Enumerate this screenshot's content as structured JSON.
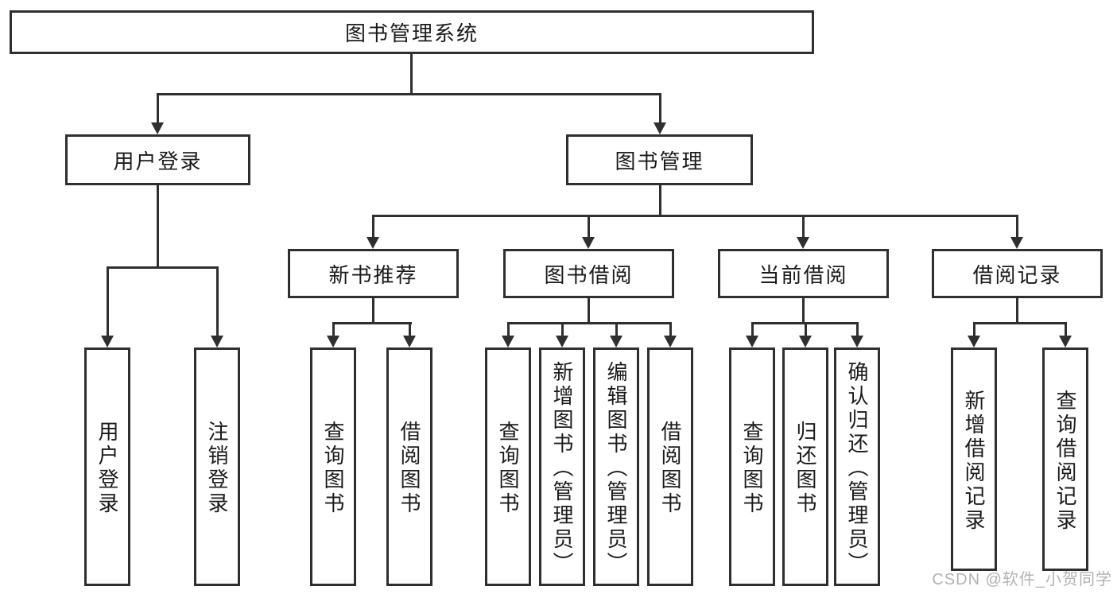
{
  "colors": {
    "line": "#2f2f2f",
    "box_border": "#2f2f2f",
    "text": "#1a1a1a",
    "watermark": "#b3b3b3",
    "background": "#ffffff"
  },
  "watermark": "CSDN @软件_小贺同学",
  "tree": {
    "root": "图书管理系统",
    "branches": [
      {
        "label": "用户登录",
        "children": [
          "用户登录",
          "注销登录"
        ]
      },
      {
        "label": "图书管理",
        "groups": [
          {
            "label": "新书推荐",
            "children": [
              "查询图书",
              "借阅图书"
            ]
          },
          {
            "label": "图书借阅",
            "children": [
              "查询图书",
              "新增图书（管理员）",
              "编辑图书（管理员）",
              "借阅图书"
            ]
          },
          {
            "label": "当前借阅",
            "children": [
              "查询图书",
              "归还图书",
              "确认归还（管理员）"
            ]
          },
          {
            "label": "借阅记录",
            "children": [
              "新增借阅记录",
              "查询借阅记录"
            ]
          }
        ]
      }
    ]
  }
}
